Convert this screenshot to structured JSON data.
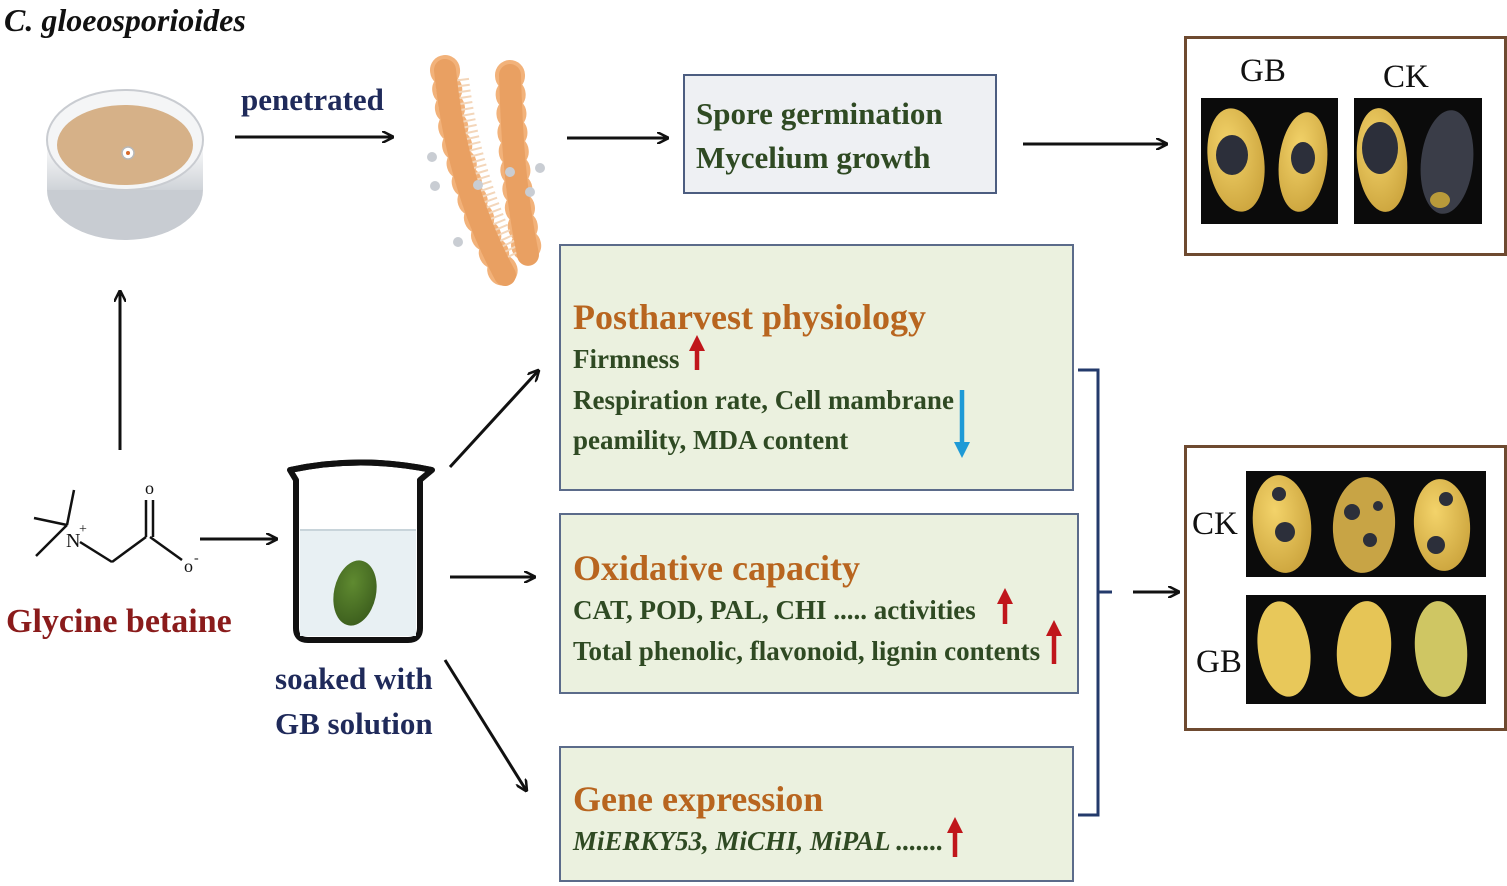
{
  "title": "C. gloeosporioides",
  "labels": {
    "penetrated": "penetrated",
    "glycine_betaine": "Glycine betaine",
    "soaked_line1": "soaked with",
    "soaked_line2": "GB solution"
  },
  "molecule": {
    "atom_n": "N",
    "charge_plus": "+",
    "atom_o_top": "o",
    "atom_o_minus": "o",
    "charge_minus": "-"
  },
  "spore_box": {
    "line1": "Spore germination",
    "line2": "Mycelium growth"
  },
  "top_photo": {
    "label_left": "GB",
    "label_right": "CK"
  },
  "bottom_photo": {
    "label_top": "CK",
    "label_bottom": "GB"
  },
  "panels": {
    "postharvest": {
      "heading": "Postharvest physiology",
      "line1": "Firmness",
      "line2": "Respiration rate, Cell mambrane",
      "line3": "peamility, MDA  content"
    },
    "oxidative": {
      "heading": "Oxidative capacity",
      "line1": "CAT, POD, PAL, CHI ..... activities",
      "line2": "Total phenolic, flavonoid, lignin contents"
    },
    "gene": {
      "heading": "Gene expression",
      "line1": "MiERKY53, MiCHI, MiPAL ......."
    }
  },
  "colors": {
    "arrow_up": "#c0161b",
    "arrow_down": "#1e9ad6",
    "panel_fill": "#ebf1df",
    "heading_orange": "#b8651f",
    "text_green": "#2f4a23",
    "label_navy": "#1f2a5a",
    "glycine_red": "#8a1b1b",
    "frame_brown": "#6e4a30"
  }
}
